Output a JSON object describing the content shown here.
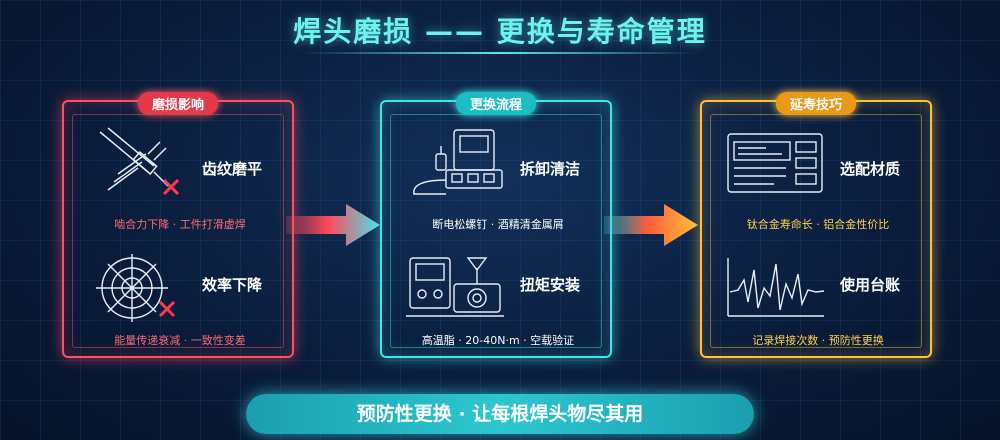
{
  "title": "焊头磨损 —— 更换与寿命管理",
  "panels": [
    {
      "badge": "磨损影响",
      "items": [
        {
          "title": "齿纹磨平",
          "desc": "啮合力下降 · 工件打滑虚焊",
          "icon": "worn-tip-icon"
        },
        {
          "title": "效率下降",
          "desc": "能量传递衰减 · 一致性变差",
          "icon": "target-cross-icon"
        }
      ]
    },
    {
      "badge": "更换流程",
      "items": [
        {
          "title": "拆卸清洁",
          "desc": "断电松螺钉 · 酒精清金属屑",
          "icon": "welder-machine-icon"
        },
        {
          "title": "扭矩安装",
          "desc": "高温脂 · 20-40N·m · 空载验证",
          "icon": "torque-tester-icon"
        }
      ]
    },
    {
      "badge": "延寿技巧",
      "items": [
        {
          "title": "选配材质",
          "desc": "钛合金寿命长 · 铝合金性价比",
          "icon": "control-panel-icon"
        },
        {
          "title": "使用台账",
          "desc": "记录焊接次数 · 预防性更换",
          "icon": "waveform-icon"
        }
      ]
    }
  ],
  "footer": "预防性更换 · 让每根焊头物尽其用",
  "colors": {
    "red": "#ff5060",
    "cyan": "#3fe6e6",
    "gold": "#ffc03a"
  }
}
